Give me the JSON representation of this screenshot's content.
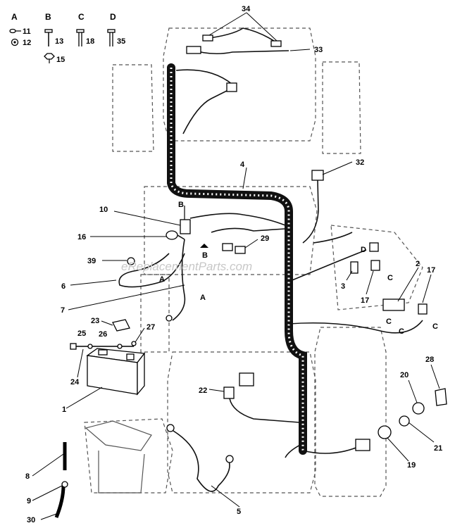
{
  "watermark": "eReplacementParts.com",
  "legend": [
    {
      "letter": "A",
      "items": [
        "11",
        "12"
      ]
    },
    {
      "letter": "B",
      "items": [
        "13",
        "15"
      ]
    },
    {
      "letter": "C",
      "items": [
        "18"
      ]
    },
    {
      "letter": "D",
      "items": [
        "35"
      ]
    }
  ],
  "callouts": {
    "c34": "34",
    "c33": "33",
    "c4": "4",
    "c32": "32",
    "c10": "10",
    "c16": "16",
    "c29": "29",
    "c39": "39",
    "c6": "6",
    "c7": "7",
    "c3": "3",
    "c17a": "17",
    "c2": "2",
    "c17b": "17",
    "c23": "23",
    "c25": "25",
    "c26": "26",
    "c27": "27",
    "c24": "24",
    "c1": "1",
    "c22": "22",
    "c28": "28",
    "c20": "20",
    "c21": "21",
    "c19": "19",
    "c8": "8",
    "c9": "9",
    "c30": "30",
    "c5": "5"
  },
  "connector_letters": {
    "b_top": "B",
    "b_low": "B",
    "a_left": "A",
    "a_right": "A",
    "d_right": "D",
    "c_1": "C",
    "c_2": "C",
    "c_3": "C",
    "c_4": "C"
  }
}
